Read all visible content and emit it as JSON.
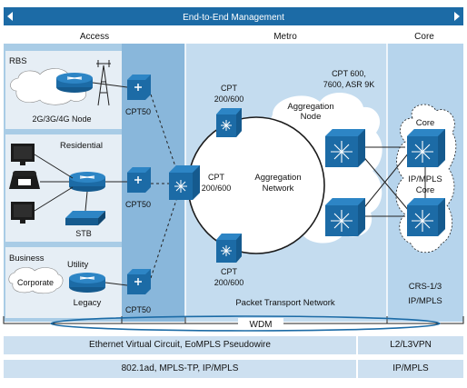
{
  "banner": {
    "label": "End-to-End Management"
  },
  "columns": {
    "access": "Access",
    "metro": "Metro",
    "core": "Core"
  },
  "access": {
    "rbs": {
      "title": "RBS",
      "caption": "2G/3G/4G Node"
    },
    "residential": {
      "title": "Residential",
      "stb": "STB"
    },
    "business": {
      "title": "Business",
      "corporate": "Corporate",
      "utility": "Utility",
      "legacy": "Legacy"
    }
  },
  "cpt50": [
    "CPT50",
    "CPT50",
    "CPT50"
  ],
  "metro": {
    "cpt_top": [
      "CPT",
      "200/600"
    ],
    "cpt_mid": [
      "CPT",
      "200/600"
    ],
    "cpt_bottom": [
      "CPT",
      "200/600"
    ],
    "aggregation_node": [
      "Aggregation",
      "Node"
    ],
    "aggregation_network": [
      "Aggregation",
      "Network"
    ],
    "agg_routers_label": [
      "CPT 600,",
      "7600, ASR 9K"
    ],
    "ptn_label": "Packet Transport Network"
  },
  "core": {
    "core_label": "Core",
    "ip_mpls_core": [
      "IP/MPLS",
      "Core"
    ],
    "crs_label": [
      "CRS-1/3",
      "IP/MPLS"
    ]
  },
  "wdm": {
    "label": "WDM"
  },
  "bottom_rows": [
    {
      "left": "Ethernet Virtual Circuit, EoMPLS Pseudowire",
      "right": "L2/L3VPN"
    },
    {
      "left": "802.1ad, MPLS-TP, IP/MPLS",
      "right": "IP/MPLS"
    }
  ],
  "colors": {
    "banner": "#1c6ba6",
    "access_bg": "#a9cce6",
    "metro_bg": "#c4dcef",
    "core_bg": "#b6d4ec",
    "device": "#1c6ba6",
    "row_bg": "#cde0f0"
  }
}
